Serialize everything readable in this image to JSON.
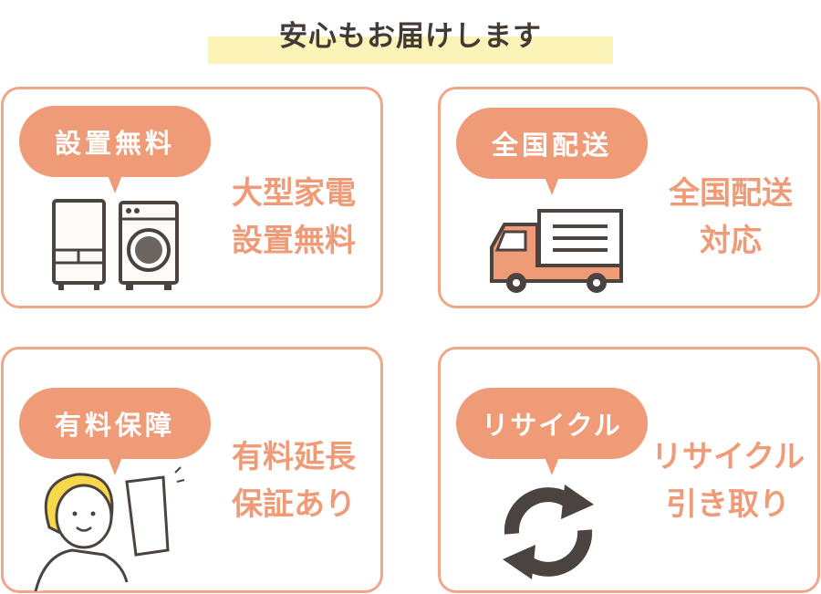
{
  "title": "安心もお届けします",
  "colors": {
    "accent": "#ef9b78",
    "border": "#f0a687",
    "highlight": "#fbf3b7",
    "text": "#433a36"
  },
  "cards": [
    {
      "bubble": "設置無料",
      "line1": "大型家電",
      "line2": "設置無料",
      "icon": "refrigerator-washer-icon"
    },
    {
      "bubble": "全国配送",
      "line1": "全国配送",
      "line2": "対応",
      "icon": "truck-icon"
    },
    {
      "bubble": "有料保障",
      "line1": "有料延長",
      "line2": "保証あり",
      "icon": "person-document-icon"
    },
    {
      "bubble": "リサイクル",
      "line1": "リサイクル",
      "line2": "引き取り",
      "icon": "recycle-arrows-icon"
    }
  ]
}
